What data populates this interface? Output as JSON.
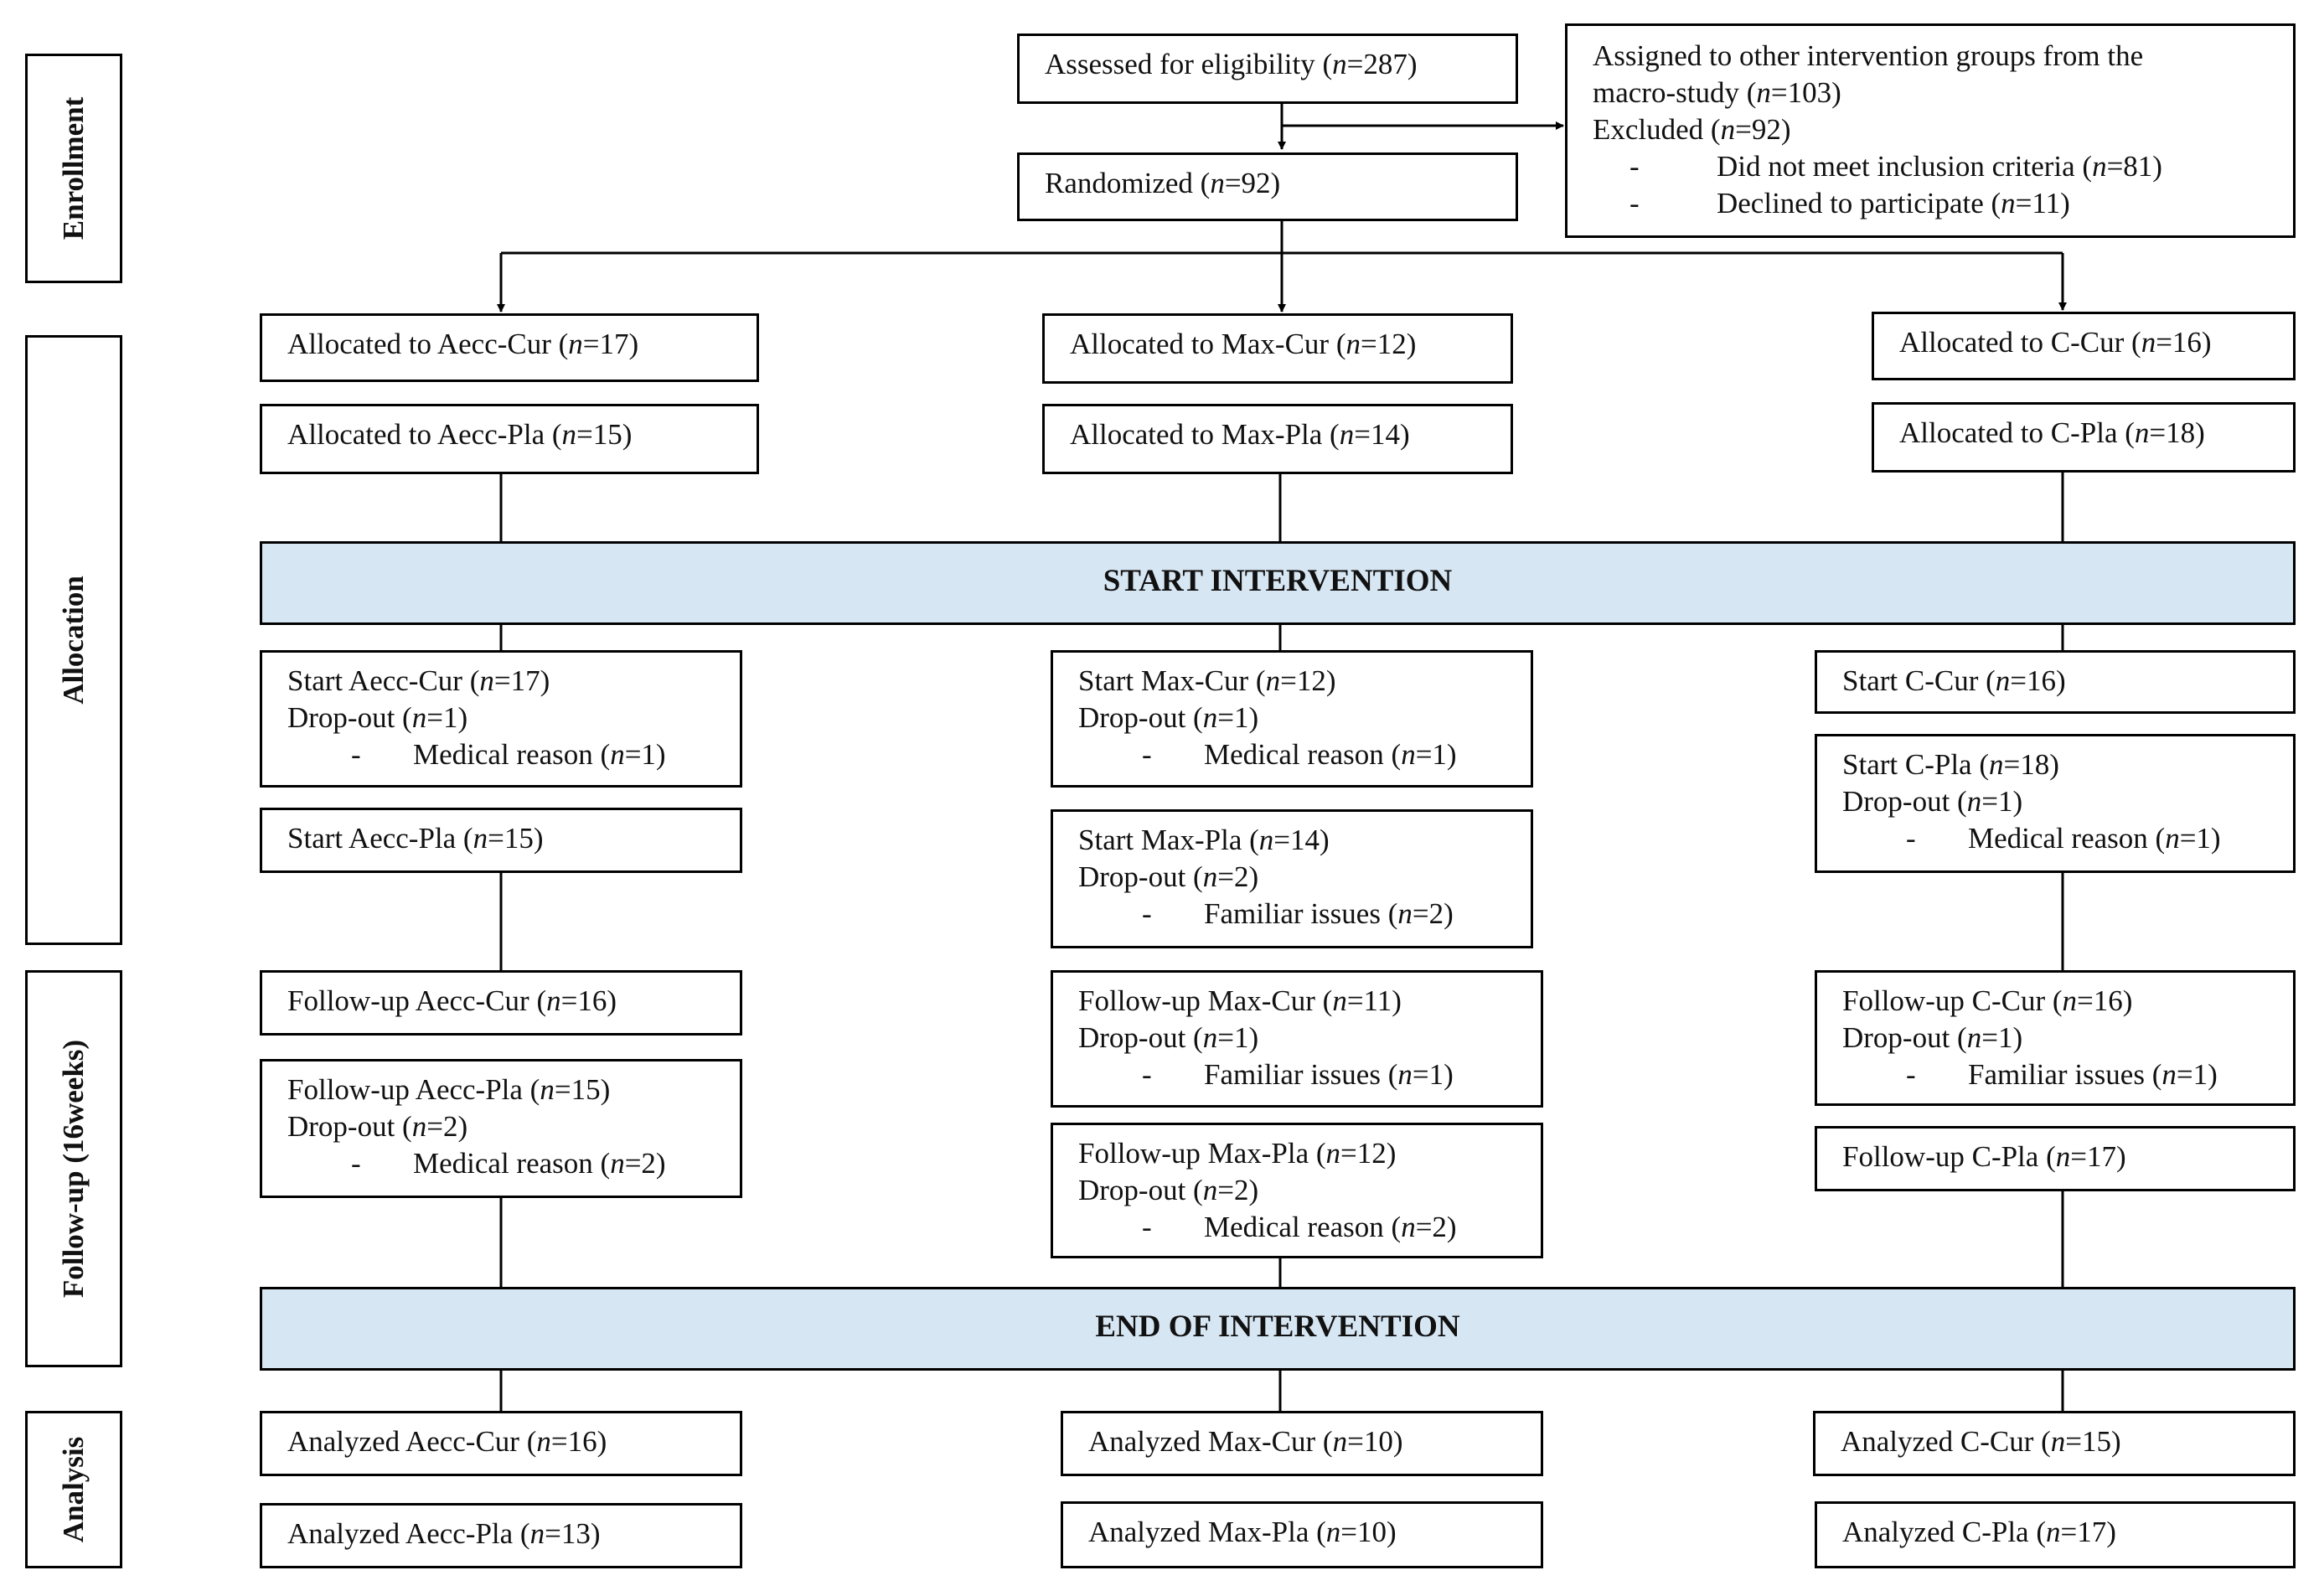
{
  "colors": {
    "band_fill": "#d7e6f3",
    "line": "#000000"
  },
  "phases": {
    "enrollment": "Enrollment",
    "allocation": "Allocation",
    "follow_up": "Follow-up (16weeks)",
    "analysis": "Analysis"
  },
  "enrollment": {
    "assessed": {
      "label": "Assessed for eligibility (",
      "n_sym": "n",
      "n_val": "=287)"
    },
    "randomized": {
      "label": "Randomized (",
      "n_sym": "n",
      "n_val": "=92)"
    },
    "other": {
      "line1": "Assigned to other intervention groups from the",
      "line2_pre": "macro-study (",
      "n_sym": "n",
      "line2_val": "=103)",
      "line3_pre": "Excluded (",
      "line3_val": "=92)",
      "bullet1_pre": "Did not meet inclusion criteria (",
      "bullet1_val": "=81)",
      "bullet2_pre": "Declined to participate (",
      "bullet2_val": "=11)",
      "dash": "-"
    }
  },
  "allocated": [
    {
      "pre": "Allocated to Aecc-Cur (",
      "val": "=17)"
    },
    {
      "pre": "Allocated to Aecc-Pla (",
      "val": "=15)"
    },
    {
      "pre": "Allocated to Max-Cur (",
      "val": "=12)"
    },
    {
      "pre": "Allocated to Max-Pla (",
      "val": "=14)"
    },
    {
      "pre": "Allocated to C-Cur (",
      "val": "=16)"
    },
    {
      "pre": "Allocated to C-Pla (",
      "val": "=18)"
    }
  ],
  "bands": {
    "start": "START INTERVENTION",
    "end": "END OF INTERVENTION"
  },
  "n_sym": "n",
  "dash": "-",
  "start": {
    "aecc_cur": {
      "pre": "Start Aecc-Cur (",
      "val": "=17)",
      "drop_pre": "Drop-out (",
      "drop_val": "=1)",
      "reason_pre": "Medical reason (",
      "reason_val": "=1)"
    },
    "aecc_pla": {
      "pre": "Start Aecc-Pla (",
      "val": "=15)"
    },
    "max_cur": {
      "pre": "Start Max-Cur (",
      "val": "=12)",
      "drop_pre": "Drop-out (",
      "drop_val": "=1)",
      "reason_pre": "Medical reason (",
      "reason_val": "=1)"
    },
    "max_pla": {
      "pre": "Start Max-Pla (",
      "val": "=14)",
      "drop_pre": "Drop-out (",
      "drop_val": "=2)",
      "reason_pre": "Familiar issues (",
      "reason_val": "=2)"
    },
    "c_cur": {
      "pre": "Start C-Cur (",
      "val": "=16)"
    },
    "c_pla": {
      "pre": "Start C-Pla (",
      "val": "=18)",
      "drop_pre": "Drop-out (",
      "drop_val": "=1)",
      "reason_pre": "Medical reason (",
      "reason_val": "=1)"
    }
  },
  "follow": {
    "aecc_cur": {
      "pre": "Follow-up Aecc-Cur (",
      "val": "=16)"
    },
    "aecc_pla": {
      "pre": "Follow-up Aecc-Pla (",
      "val": "=15)",
      "drop_pre": "Drop-out (",
      "drop_val": "=2)",
      "reason_pre": "Medical reason (",
      "reason_val": "=2)"
    },
    "max_cur": {
      "pre": "Follow-up Max-Cur (",
      "val": "=11)",
      "drop_pre": "Drop-out (",
      "drop_val": "=1)",
      "reason_pre": "Familiar issues (",
      "reason_val": "=1)"
    },
    "max_pla": {
      "pre": "Follow-up Max-Pla (",
      "val": "=12)",
      "drop_pre": "Drop-out (",
      "drop_val": "=2)",
      "reason_pre": "Medical reason (",
      "reason_val": "=2)"
    },
    "c_cur": {
      "pre": "Follow-up C-Cur (",
      "val": "=16)",
      "drop_pre": "Drop-out (",
      "drop_val": "=1)",
      "reason_pre": "Familiar issues (",
      "reason_val": "=1)"
    },
    "c_pla": {
      "pre": "Follow-up C-Pla (",
      "val": "=17)"
    }
  },
  "analyzed": {
    "aecc_cur": {
      "pre": "Analyzed Aecc-Cur (",
      "val": "=16)"
    },
    "aecc_pla": {
      "pre": "Analyzed Aecc-Pla (",
      "val": "=13)"
    },
    "max_cur": {
      "pre": "Analyzed Max-Cur (",
      "val": "=10)"
    },
    "max_pla": {
      "pre": "Analyzed Max-Pla (",
      "val": "=10)"
    },
    "c_cur": {
      "pre": "Analyzed C-Cur (",
      "val": "=15)"
    },
    "c_pla": {
      "pre": "Analyzed C-Pla (",
      "val": "=17)"
    }
  }
}
